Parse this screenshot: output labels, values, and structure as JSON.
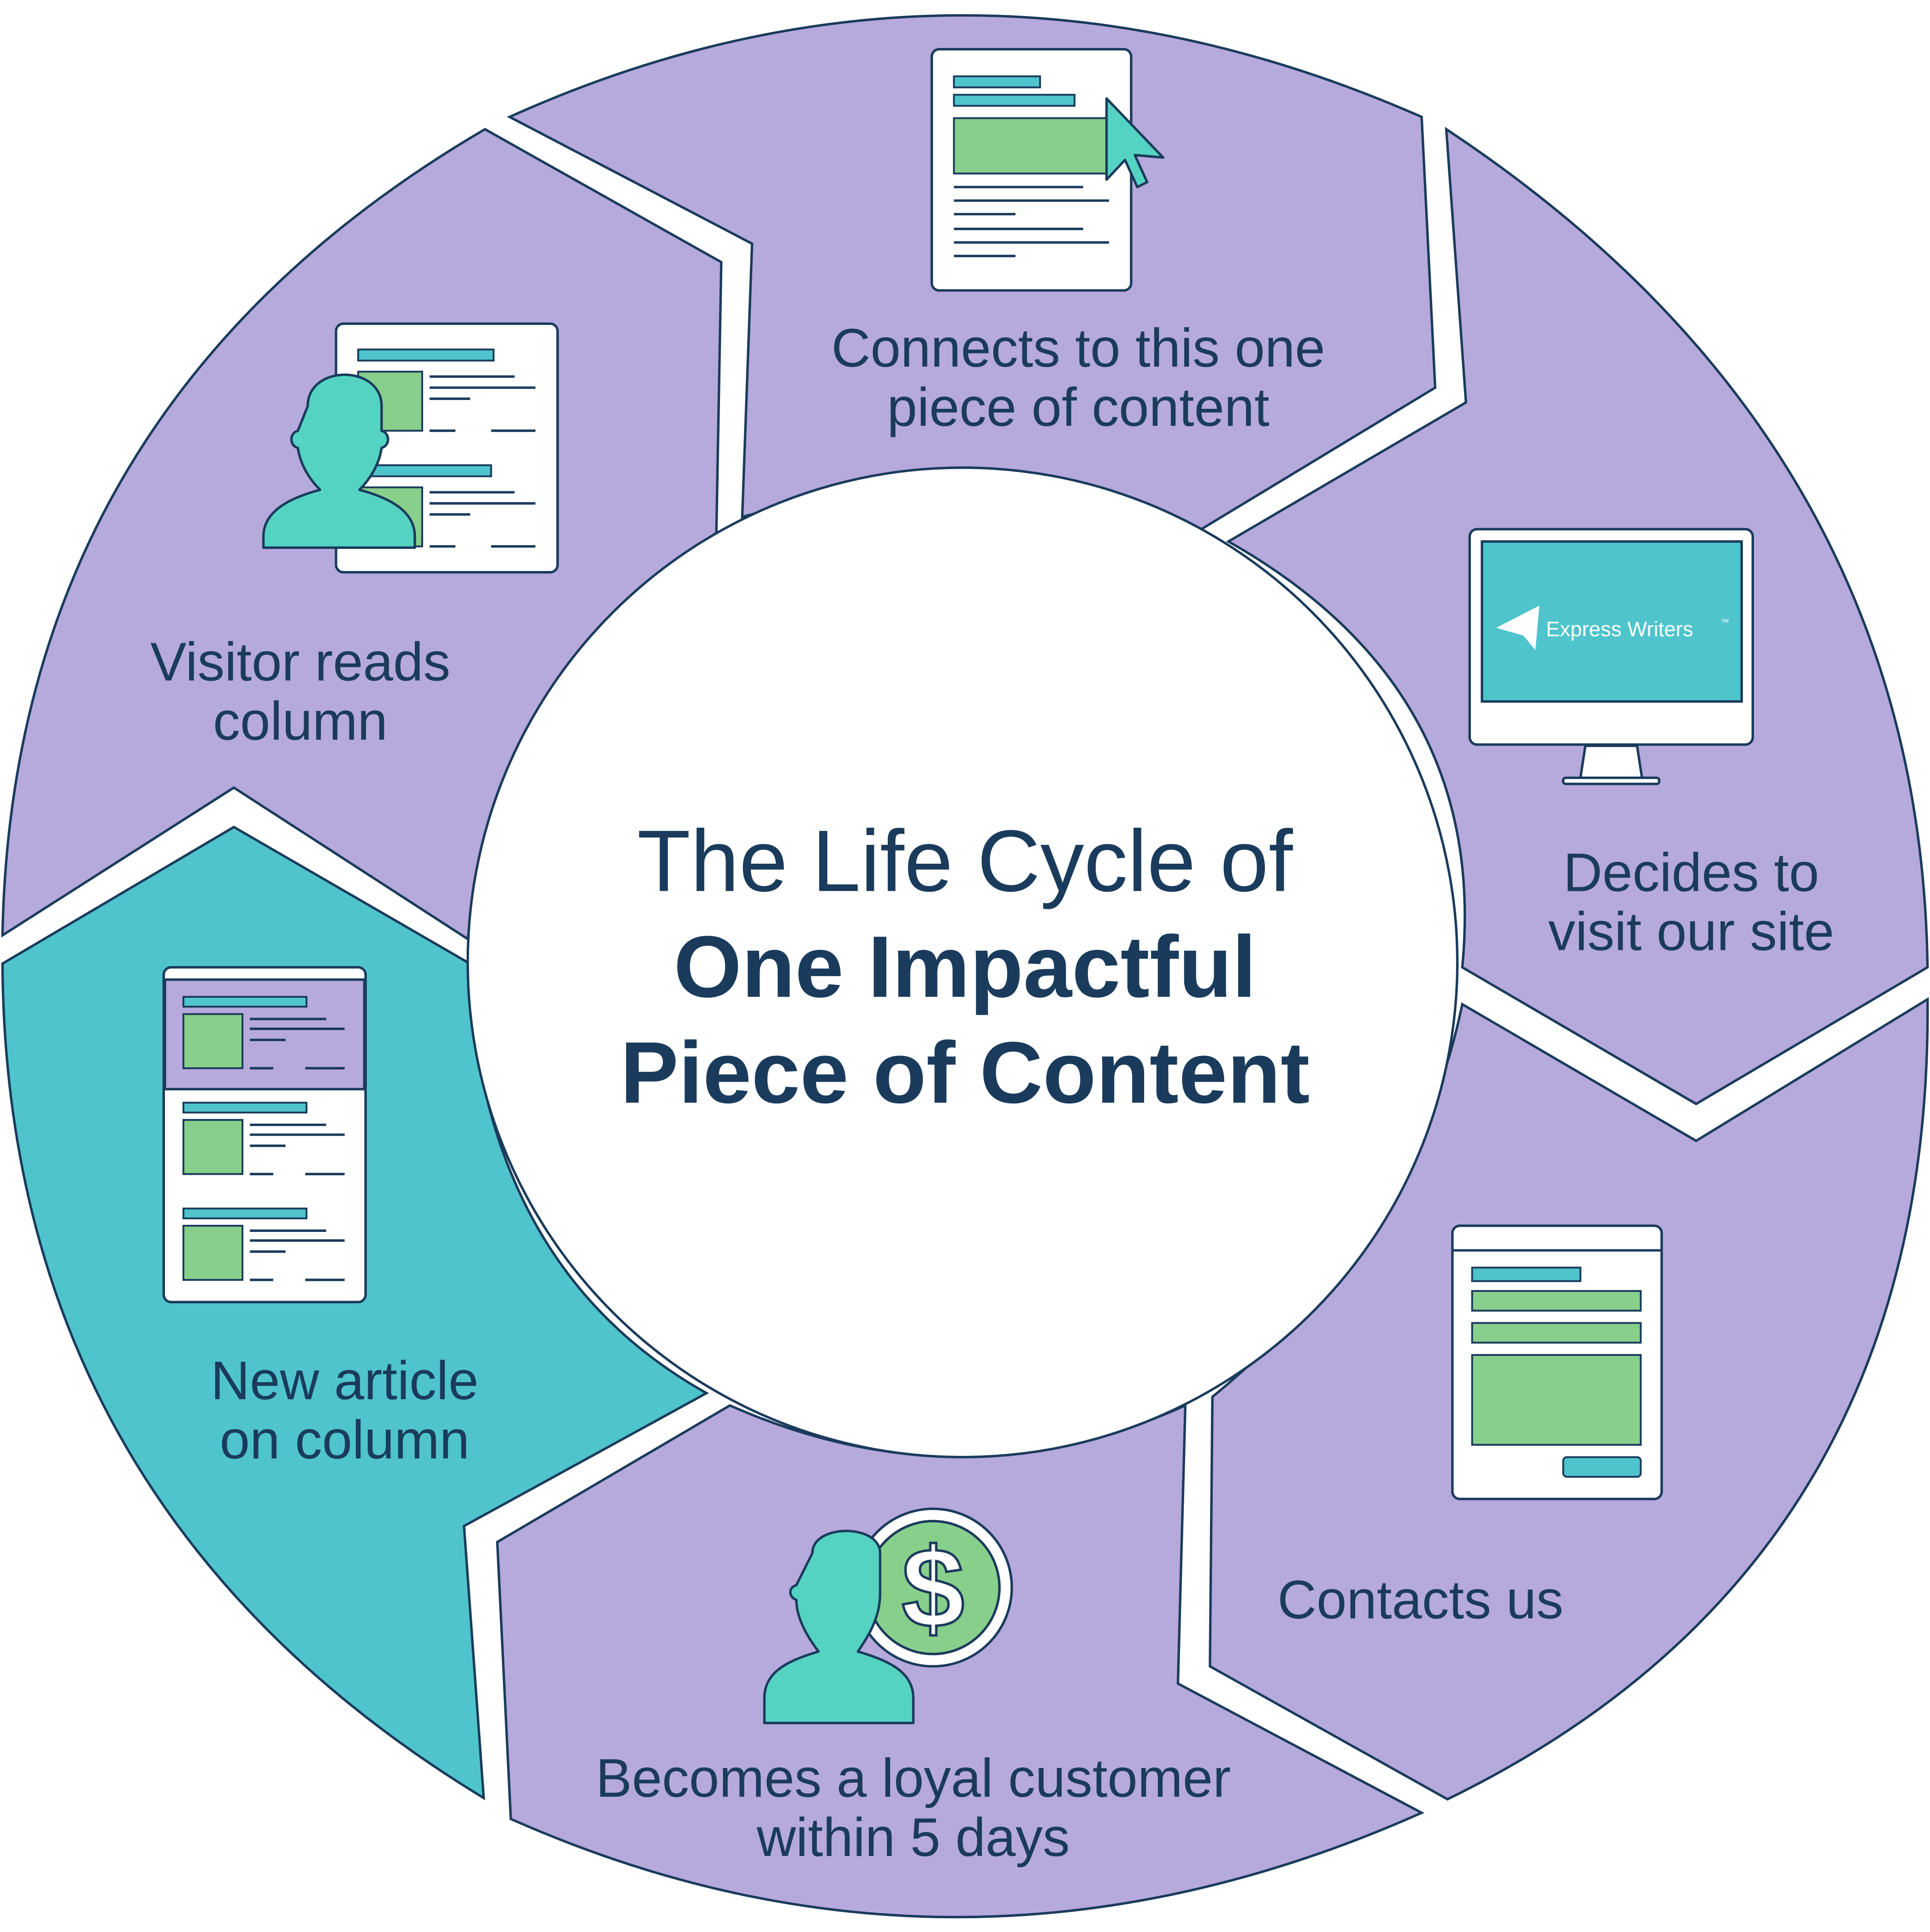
{
  "title": {
    "line1": "The Life Cycle of",
    "line2": "One Impactful",
    "line3": "Piece of Content"
  },
  "steps": [
    {
      "id": "new-article",
      "lines": [
        "New article",
        "on column"
      ],
      "icon": "newspaper-column-icon"
    },
    {
      "id": "visitor-reads",
      "lines": [
        "Visitor reads",
        "column"
      ],
      "icon": "reader-with-document-icon"
    },
    {
      "id": "connects",
      "lines": [
        "Connects to this one",
        "piece of content"
      ],
      "icon": "document-with-cursor-icon"
    },
    {
      "id": "decides",
      "lines": [
        "Decides to",
        "visit our site"
      ],
      "icon": "monitor-icon"
    },
    {
      "id": "contacts",
      "lines": [
        "Contacts us"
      ],
      "icon": "contact-form-icon"
    },
    {
      "id": "loyal-customer",
      "lines": [
        "Becomes a loyal customer",
        "within 5 days"
      ],
      "icon": "customer-dollar-icon"
    }
  ],
  "monitor_brand": "Express Writers",
  "monitor_brand_tm": "™",
  "dollar_sign": "$",
  "colors": {
    "purple_segment": "#b6a9dc",
    "teal_segment": "#4fc4cc",
    "navy": "#1a3b5c",
    "green": "#88cf8c",
    "teal_bar": "#4fc4cc",
    "person": "#55d3c2",
    "white": "#ffffff"
  }
}
